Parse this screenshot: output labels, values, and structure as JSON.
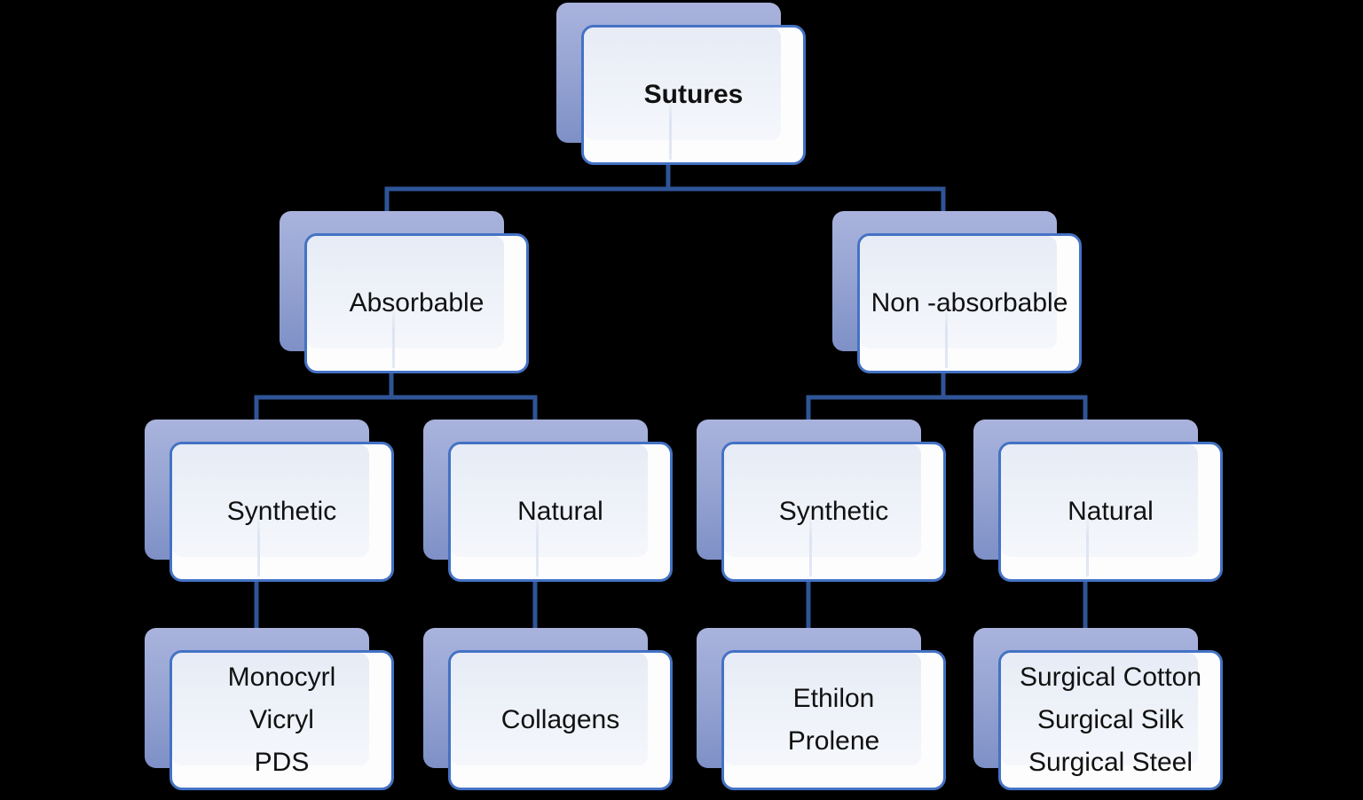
{
  "background_color": "#000000",
  "colors": {
    "connector": "#2f5597",
    "card_border": "#4472c4",
    "card_fill": "#fdfdfe",
    "tint_top": "#e7ebf5",
    "tint_bottom": "#f5f7fc",
    "shadow_top": "#a9b3dd",
    "shadow_bottom": "#7e90c6",
    "text": "#111111"
  },
  "diagram_type": "hierarchy-tree",
  "nodes": {
    "sutures": {
      "label": "Sutures"
    },
    "absorbable": {
      "label": "Absorbable"
    },
    "non_absorbable": {
      "label": "Non -absorbable"
    },
    "absorbable_synthetic": {
      "label": "Synthetic"
    },
    "absorbable_natural": {
      "label": "Natural"
    },
    "non_absorbable_synthetic": {
      "label": "Synthetic"
    },
    "non_absorbable_natural": {
      "label": "Natural"
    },
    "absorbable_synthetic_examples": {
      "lines": [
        "Monocyrl",
        "Vicryl",
        "PDS"
      ]
    },
    "absorbable_natural_examples": {
      "lines": [
        "Collagens"
      ]
    },
    "non_absorbable_synthetic_examples": {
      "lines": [
        "Ethilon",
        "Prolene"
      ]
    },
    "non_absorbable_natural_examples": {
      "lines": [
        "Surgical Cotton",
        "Surgical Silk",
        "Surgical Steel"
      ]
    }
  },
  "edges": [
    [
      "sutures",
      "absorbable"
    ],
    [
      "sutures",
      "non_absorbable"
    ],
    [
      "absorbable",
      "absorbable_synthetic"
    ],
    [
      "absorbable",
      "absorbable_natural"
    ],
    [
      "non_absorbable",
      "non_absorbable_synthetic"
    ],
    [
      "non_absorbable",
      "non_absorbable_natural"
    ],
    [
      "absorbable_synthetic",
      "absorbable_synthetic_examples"
    ],
    [
      "absorbable_natural",
      "absorbable_natural_examples"
    ],
    [
      "non_absorbable_synthetic",
      "non_absorbable_synthetic_examples"
    ],
    [
      "non_absorbable_natural",
      "non_absorbable_natural_examples"
    ]
  ]
}
